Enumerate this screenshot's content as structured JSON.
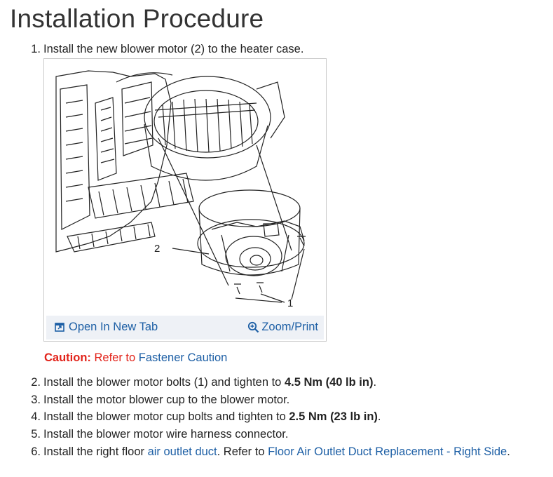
{
  "page": {
    "title": "Installation Procedure"
  },
  "steps": [
    {
      "num": "1.",
      "text": "Install the new blower motor (2) to the heater case."
    },
    {
      "num": "2.",
      "pre": "Install the blower motor bolts (1) and tighten to ",
      "bold": "4.5 Nm (40 lb in)",
      "post": "."
    },
    {
      "num": "3.",
      "text": "Install the motor blower cup to the blower motor."
    },
    {
      "num": "4.",
      "pre": "Install the blower motor cup bolts and tighten to ",
      "bold": "2.5 Nm (23 lb in)",
      "post": "."
    },
    {
      "num": "5.",
      "text": "Install the blower motor wire harness connector."
    },
    {
      "num": "6.",
      "pre": "Install the right floor ",
      "link1": "air outlet duct",
      "mid": ". Refer to ",
      "link2": "Floor Air Outlet Duct Replacement - Right Side",
      "post": "."
    }
  ],
  "figure": {
    "callout_2": "2",
    "callout_1": "1",
    "open_tab_label": "Open In New Tab",
    "zoom_label": "Zoom/Print",
    "open_tab_icon": "open-in-new-tab-icon",
    "zoom_icon": "magnifier-plus-icon"
  },
  "caution": {
    "label": "Caution:",
    "text": "Refer to ",
    "link": "Fastener Caution"
  },
  "colors": {
    "link": "#1d5fa5",
    "caution": "#e2231a",
    "figure_bar": "#eef1f6"
  }
}
